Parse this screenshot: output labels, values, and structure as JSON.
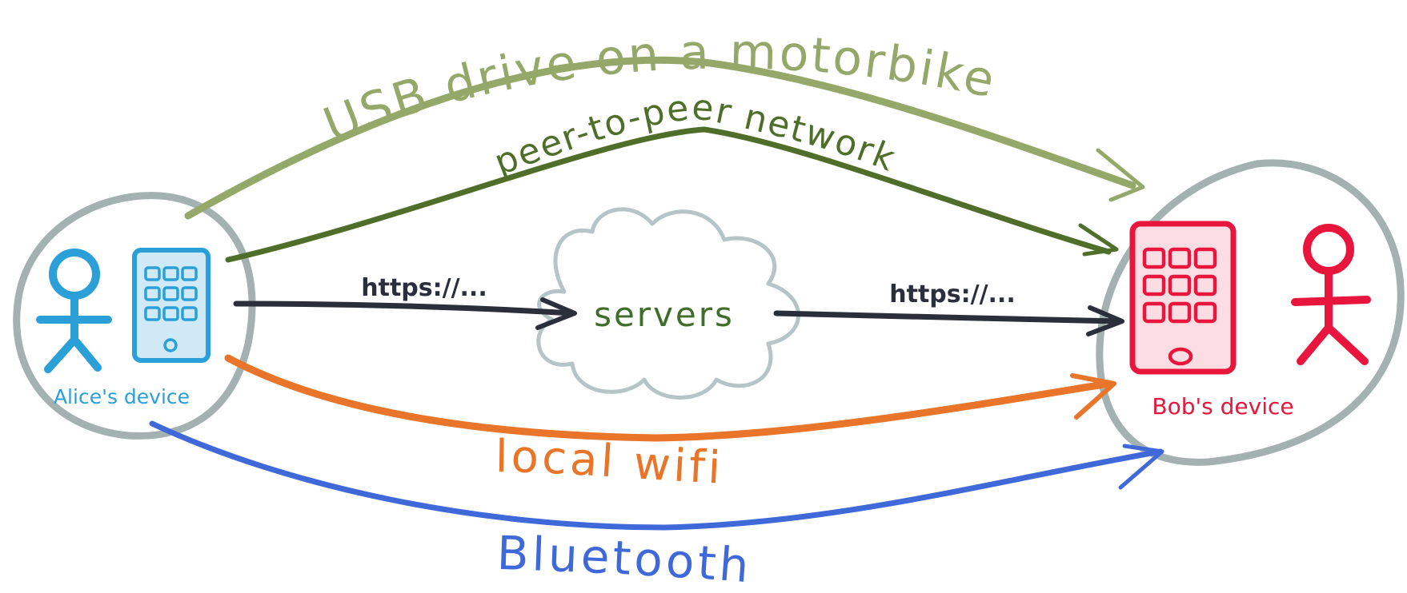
{
  "nodes": {
    "alice": {
      "label": "Alice's device",
      "color": "#2a9fd8"
    },
    "bob": {
      "label": "Bob's device",
      "color": "#e8163c"
    },
    "servers": {
      "label": "servers",
      "color": "#3f6e2a"
    }
  },
  "routes": {
    "usb": {
      "label": "USB drive on a motorbike",
      "color": "#95a86a"
    },
    "p2p": {
      "label": "peer-to-peer network",
      "color": "#4f6e2a"
    },
    "https_left": {
      "label": "https://...",
      "color": "#2b2f3c"
    },
    "https_right": {
      "label": "https://...",
      "color": "#2b2f3c"
    },
    "wifi": {
      "label": "local wifi",
      "color": "#e8752a"
    },
    "bluetooth": {
      "label": "Bluetooth",
      "color": "#3f69d9"
    }
  },
  "colors": {
    "device_circle": "#a4b1b1",
    "cloud": "#b5c4c6"
  },
  "icons": [
    "person-icon",
    "tablet-icon",
    "cloud-icon",
    "arrowhead-icon"
  ]
}
